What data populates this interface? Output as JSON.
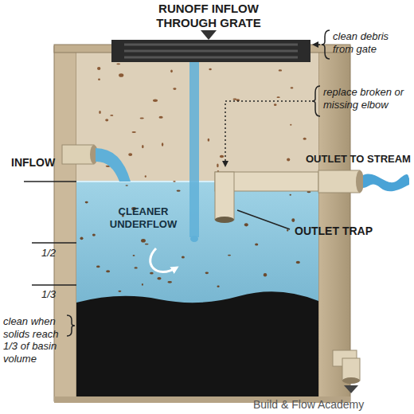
{
  "diagram": {
    "labels": [
      "RUNOFF INFLOW THROUGH GRATE",
      "clean debris from gate",
      "replace broken or missing elbow",
      "INFLOW",
      "OUTLET TO STREAM",
      "CLEANER UNDERFLOW",
      "OUTLET TRAP",
      "1/2",
      "1/3",
      "clean when solids reach 1/3 of basin volume",
      "Build & Flow Academy"
    ]
  }
}
